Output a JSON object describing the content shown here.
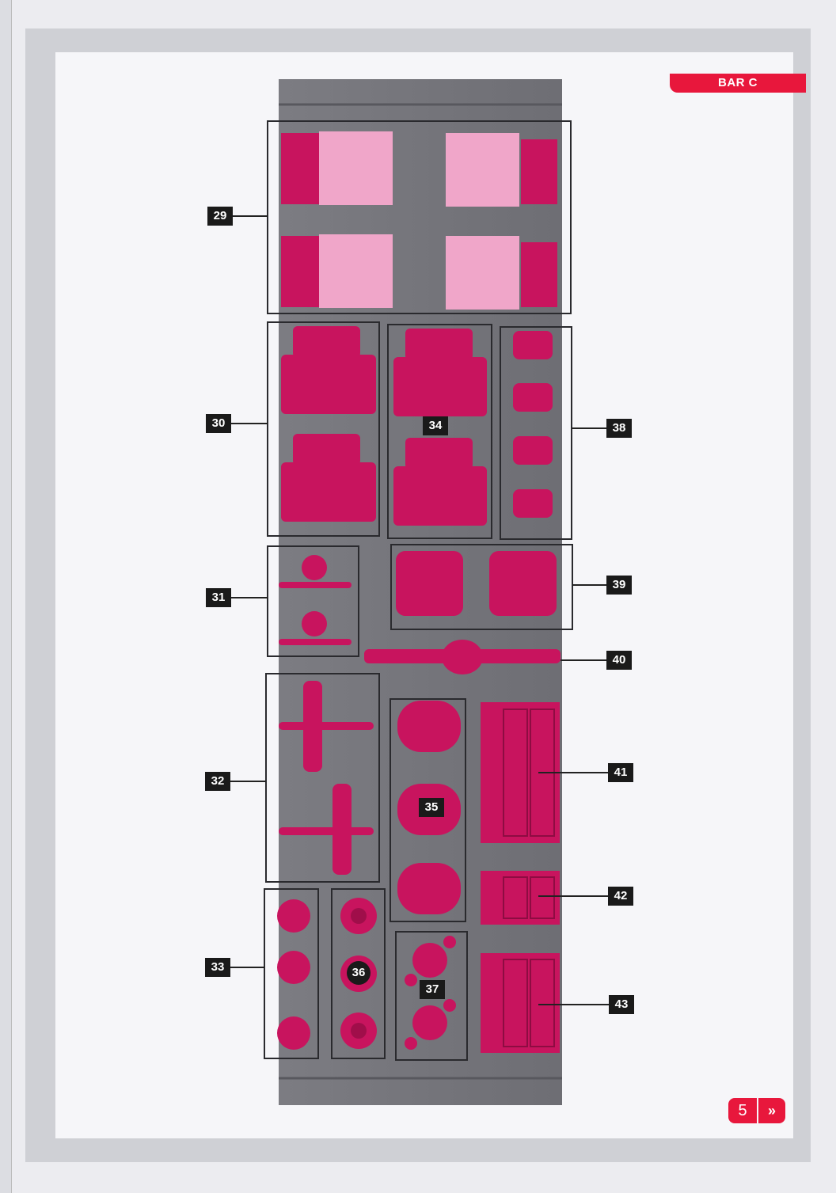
{
  "header": {
    "tag": "BAR C"
  },
  "labels": [
    "29",
    "30",
    "31",
    "32",
    "33",
    "34",
    "35",
    "36",
    "37",
    "38",
    "39",
    "40",
    "41",
    "42",
    "43"
  ],
  "footer": {
    "page_number": "5",
    "next_icon": "double-chevron-right-icon"
  },
  "colors": {
    "accent": "#e8173c",
    "part": "#c8145e",
    "part_light": "#f0a6c9",
    "sprue": "#7a7a7f"
  }
}
